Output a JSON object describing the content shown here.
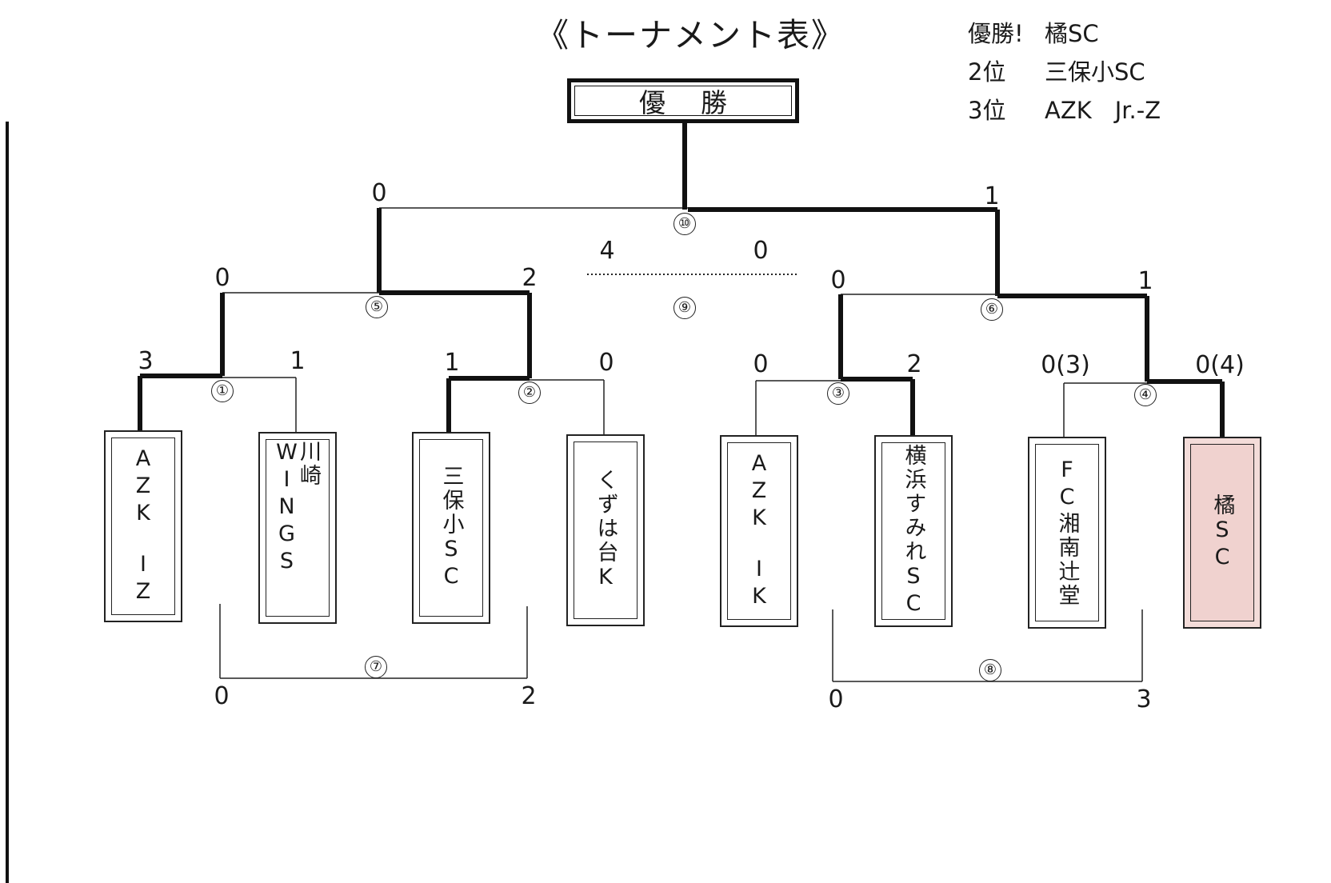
{
  "title": "《トーナメント表》",
  "final_label": "優勝",
  "results": [
    {
      "label": "優勝!",
      "team": "橘SC"
    },
    {
      "label": "2位",
      "team": "三保小SC"
    },
    {
      "label": "3位",
      "team": "AZK　Jr.-Z"
    }
  ],
  "teams": [
    "AZK　IZ",
    "川崎WINGS",
    "三保小SC",
    "くずは台K",
    "AZK　IK",
    "横浜すみれSC",
    "FC湘南辻堂",
    "橘SC"
  ],
  "winner_team_index": 7,
  "match_numbers": [
    "①",
    "②",
    "③",
    "④",
    "⑤",
    "⑥",
    "⑦",
    "⑧",
    "⑨",
    "⑩"
  ],
  "scores": {
    "m1": [
      "3",
      "1"
    ],
    "m2": [
      "1",
      "0"
    ],
    "m3": [
      "0",
      "2"
    ],
    "m4": [
      "0(3)",
      "0(4)"
    ],
    "m5": [
      "0",
      "2"
    ],
    "m6": [
      "0",
      "1"
    ],
    "m7": [
      "0",
      "2"
    ],
    "m8": [
      "0",
      "3"
    ],
    "m9": [
      "4",
      "0"
    ],
    "m10": [
      "0",
      "1"
    ]
  }
}
